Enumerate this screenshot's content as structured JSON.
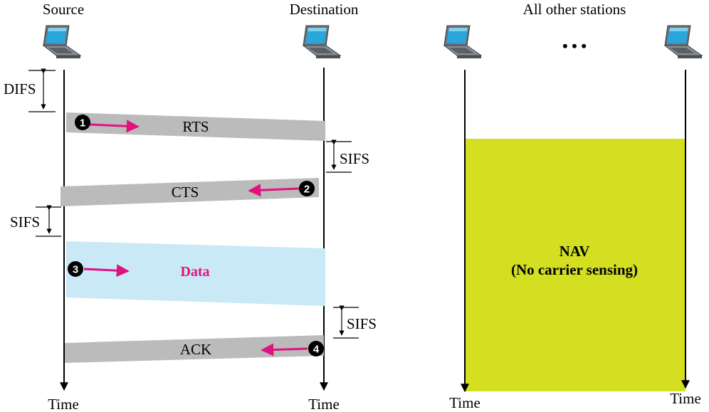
{
  "stations": {
    "source": "Source",
    "destination": "Destination",
    "others": "All other stations",
    "ellipsis": "• • •"
  },
  "time_label": "Time",
  "intervals": {
    "difs": "DIFS",
    "sifs": "SIFS"
  },
  "frames": {
    "rts": "RTS",
    "cts": "CTS",
    "data": "Data",
    "ack": "ACK"
  },
  "steps": [
    "1",
    "2",
    "3",
    "4"
  ],
  "nav": {
    "title": "NAV",
    "subtitle": "(No carrier sensing)"
  },
  "colors": {
    "frame_gray": "#bbbbbb",
    "data_blue": "#c9e9f7",
    "nav_fill": "#d4df22",
    "arrow_magenta": "#e0127f"
  }
}
